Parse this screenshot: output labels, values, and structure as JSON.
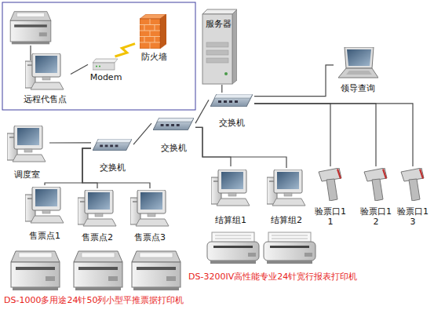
{
  "diagram": {
    "nodes": [
      {
        "text": [
          "远程代售点"
        ]
      },
      {
        "text": [
          "Modem"
        ]
      },
      {
        "text": [
          "防火墙"
        ]
      },
      {
        "text": [
          "服务器"
        ]
      },
      {
        "text": [
          "领导查询"
        ]
      },
      {
        "text": [
          "交换机"
        ]
      },
      {
        "text": [
          "交换机"
        ]
      },
      {
        "text": [
          "交换机"
        ]
      },
      {
        "text": [
          "调度室"
        ]
      },
      {
        "text": [
          "售票点1"
        ]
      },
      {
        "text": [
          "售票点2"
        ]
      },
      {
        "text": [
          "售票点3"
        ]
      },
      {
        "text": [
          "结算组1"
        ]
      },
      {
        "text": [
          "结算组2"
        ]
      },
      {
        "text": [
          "验票口1 1"
        ]
      },
      {
        "text": [
          "验票口1 2"
        ]
      },
      {
        "text": [
          "验票口1 3"
        ]
      }
    ],
    "edges": [
      {
        "from": 0,
        "to": 1,
        "arrow": "none"
      },
      {
        "from": 1,
        "to": 2,
        "arrow": "none"
      },
      {
        "from": 3,
        "to": 5,
        "arrow": "none"
      },
      {
        "from": 5,
        "to": 4,
        "arrow": "none"
      },
      {
        "from": 5,
        "to": 14,
        "arrow": "none"
      },
      {
        "from": 5,
        "to": 15,
        "arrow": "none"
      },
      {
        "from": 5,
        "to": 16,
        "arrow": "none"
      },
      {
        "from": 5,
        "to": 6,
        "arrow": "none"
      },
      {
        "from": 6,
        "to": 7,
        "arrow": "none"
      },
      {
        "from": 6,
        "to": 12,
        "arrow": "none"
      },
      {
        "from": 6,
        "to": 13,
        "arrow": "none"
      },
      {
        "from": 7,
        "to": 8,
        "arrow": "none"
      },
      {
        "from": 7,
        "to": 9,
        "arrow": "none"
      },
      {
        "from": 7,
        "to": 10,
        "arrow": "none"
      },
      {
        "from": 7,
        "to": 11,
        "arrow": "none"
      }
    ],
    "labels": [
      "DS-1000多用途24针50列小型平推票据打印机",
      "DS-3200IV高性能专业24针宽行报表打印机"
    ]
  }
}
